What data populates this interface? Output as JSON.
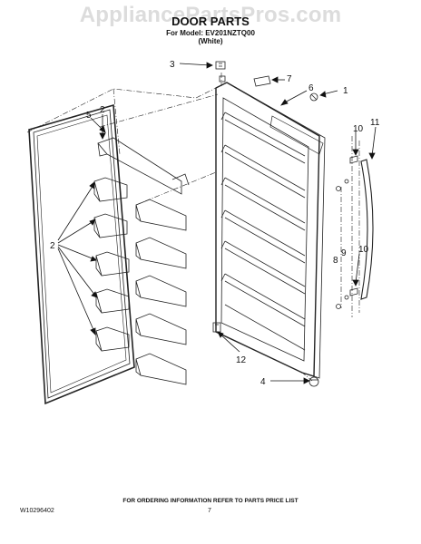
{
  "watermark": "AppliancePartsPros.com",
  "header": {
    "title": "DOOR PARTS",
    "model_line": "For Model: EV201NZTQ00",
    "color_line": "(White)"
  },
  "callouts": [
    "1",
    "2",
    "2",
    "3",
    "4",
    "5",
    "6",
    "7",
    "8",
    "9",
    "10",
    "10",
    "11",
    "12"
  ],
  "footer": {
    "note": "FOR ORDERING INFORMATION REFER TO PARTS PRICE LIST",
    "doc_number": "W10296402",
    "page_number": "7"
  }
}
